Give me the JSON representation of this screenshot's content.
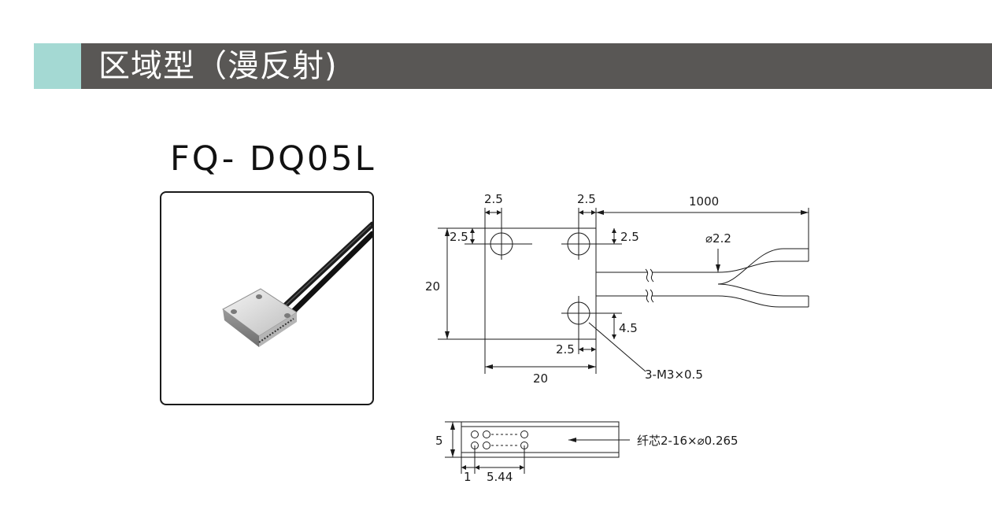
{
  "header": {
    "title": "区域型（漫反射)",
    "bar_color": "#595755",
    "accent_color": "#a4d9d3"
  },
  "model": "FQ- DQ05L",
  "photo": {
    "subject": "sensor-head-with-fiber-cables"
  },
  "top_view": {
    "dim_hole_x_left": "2.5",
    "dim_hole_x_right": "2.5",
    "dim_cable_length": "1000",
    "dim_hole_y_left": "2.5",
    "dim_hole_y_right": "2.5",
    "dim_cable_diameter": "⌀2.2",
    "dim_height": "20",
    "dim_bottom_hole_y": "4.5",
    "dim_bottom_hole_x": "2.5",
    "dim_width": "20",
    "thread_callout": "3-M3×0.5"
  },
  "side_view": {
    "dim_thickness": "5",
    "dim_pitch_first": "1",
    "dim_pitch_span": "5.44",
    "core_callout": "纤芯2-16×⌀0.265"
  }
}
